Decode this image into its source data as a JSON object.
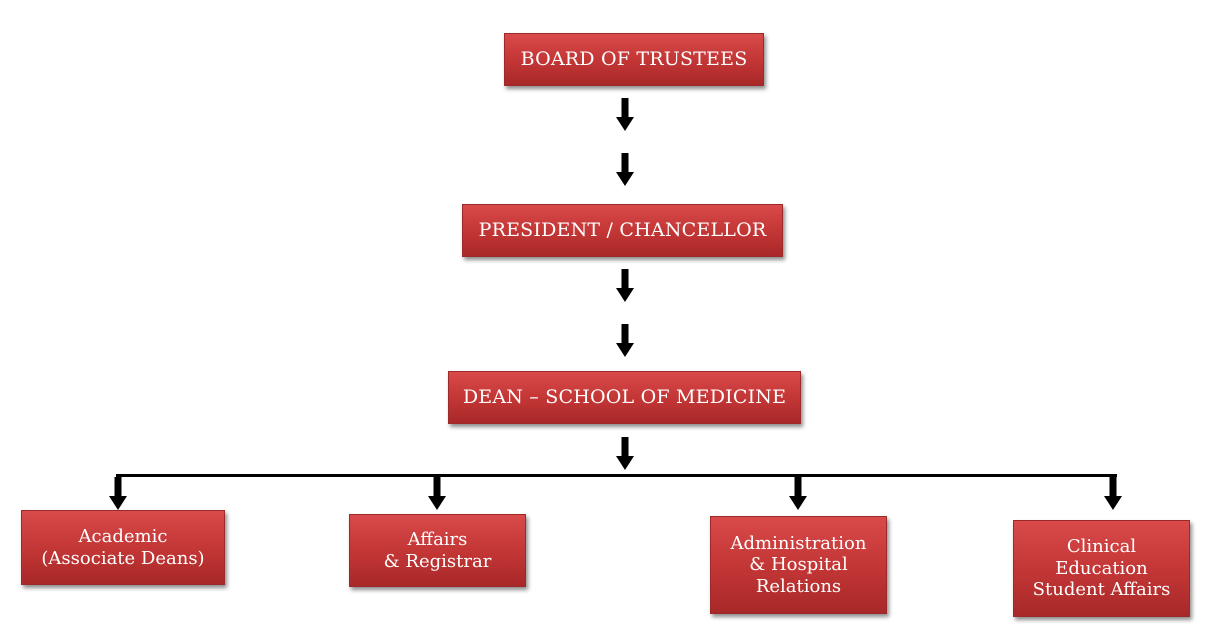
{
  "chart": {
    "top_nodes": [
      {
        "id": "board",
        "label": "BOARD OF TRUSTEES"
      },
      {
        "id": "president",
        "label": "PRESIDENT  / CHANCELLOR"
      },
      {
        "id": "dean",
        "label": "DEAN – SCHOOL OF MEDICINE"
      }
    ],
    "departments": [
      {
        "id": "academic",
        "lines": [
          "Academic",
          "(Associate Deans)"
        ]
      },
      {
        "id": "affairs",
        "lines": [
          "Affairs",
          "& Registrar"
        ]
      },
      {
        "id": "administration",
        "lines": [
          "Administration",
          "& Hospital",
          "Relations"
        ]
      },
      {
        "id": "clinical",
        "lines": [
          "Clinical",
          "Education",
          "Student Affairs"
        ]
      }
    ]
  },
  "colors": {
    "box_fill": "#c23535",
    "box_text": "#ffffff",
    "arrow": "#000000"
  }
}
